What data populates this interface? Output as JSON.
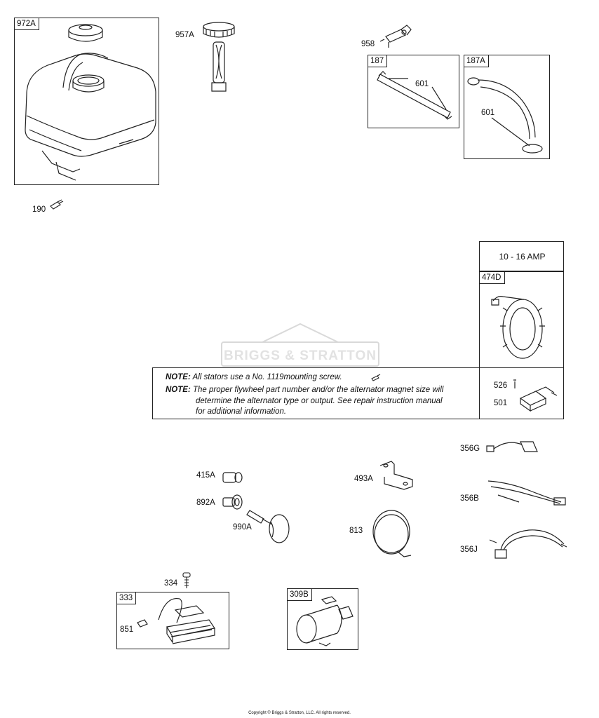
{
  "parts": {
    "p972A": "972A",
    "p957A": "957A",
    "p958": "958",
    "p187": "187",
    "p187_601": "601",
    "p187A": "187A",
    "p187A_601": "601",
    "p190": "190",
    "amp_rating": "10 - 16 AMP",
    "p474D": "474D",
    "p526": "526",
    "p501": "501",
    "p356G": "356G",
    "p356B": "356B",
    "p356J": "356J",
    "p415A": "415A",
    "p892A": "892A",
    "p990A": "990A",
    "p493A": "493A",
    "p813": "813",
    "p334": "334",
    "p333": "333",
    "p851": "851",
    "p309B": "309B"
  },
  "notes": {
    "note1_label": "NOTE:",
    "note1_text": "All stators use a No. 1119mounting screw.",
    "note2_label": "NOTE:",
    "note2_line1": "The proper flywheel part number and/or the alternator magnet size will",
    "note2_line2": "determine the alternator type or output. See repair instruction manual",
    "note2_line3": "for additional information."
  },
  "watermark": "BRIGGS & STRATTON",
  "copyright": "Copyright © Briggs & Stratton, LLC. All rights reserved.",
  "colors": {
    "line": "#222222",
    "watermark": "#d9d9d9"
  }
}
